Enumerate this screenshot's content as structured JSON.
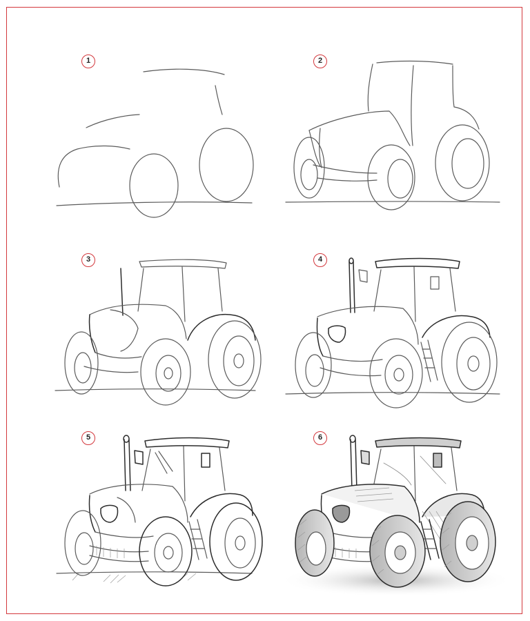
{
  "steps": [
    {
      "number": "1"
    },
    {
      "number": "2"
    },
    {
      "number": "3"
    },
    {
      "number": "4"
    },
    {
      "number": "5"
    },
    {
      "number": "6"
    }
  ],
  "colors": {
    "frame": "#d3373c",
    "badge_border": "#d3373c",
    "pencil": "#5a5a5a",
    "ink": "#2b2b2b",
    "background": "#ffffff"
  },
  "icons": {
    "step_badge": "numbered-circle"
  }
}
